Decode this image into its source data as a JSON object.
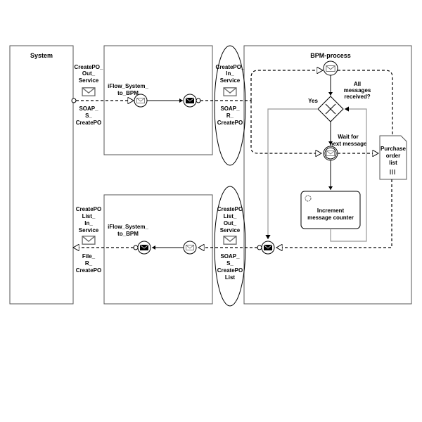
{
  "pools": {
    "system": "System",
    "iflow_top": [
      "iFlow_System_",
      "to_BPM"
    ],
    "iflow_bottom": [
      "iFlow_System_",
      "to_BPM"
    ],
    "bpm": "BPM-process"
  },
  "interfaces": {
    "out_service": [
      "CreatePO_",
      "Out_",
      "Service"
    ],
    "out_channel": [
      "SOAP_",
      "S_",
      "CreatePO"
    ],
    "in_service": [
      "CreatePO_",
      "In_",
      "Service"
    ],
    "in_channel": [
      "SOAP_",
      "R_",
      "CreatePO"
    ],
    "list_in_service": [
      "CreatePO",
      "List_",
      "In_",
      "Service"
    ],
    "list_in_channel": [
      "File_",
      "R_",
      "CreatePO"
    ],
    "list_out_service": [
      "CreatePO",
      "List_",
      "Out_",
      "Service"
    ],
    "list_out_channel": [
      "SOAP_",
      "S_",
      "CreatePO",
      "List"
    ]
  },
  "process": {
    "gateway_label": [
      "All",
      "messages",
      "received?"
    ],
    "yes_label": "Yes",
    "wait_label": [
      "Wait for",
      "next message"
    ],
    "task_label": [
      "Increment",
      "message counter"
    ],
    "document_label": [
      "Purchase",
      "order",
      "list"
    ]
  }
}
